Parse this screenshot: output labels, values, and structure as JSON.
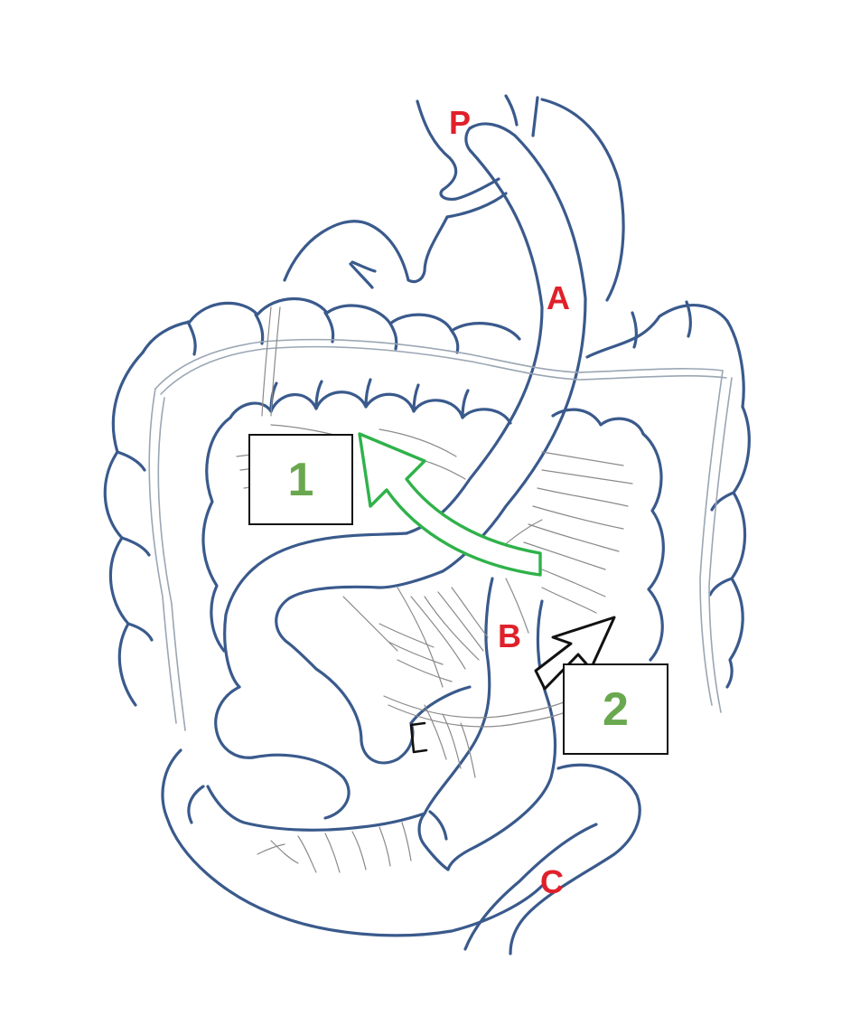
{
  "labels": {
    "p": "P",
    "a": "A",
    "b": "B",
    "c": "C"
  },
  "boxes": {
    "box_1": "1",
    "box_2": "2"
  },
  "colors": {
    "outline": "#3a5a8c",
    "segment_labels": "#e0202a",
    "box_numbers": "#6aa84f",
    "green_arrow": "#2fb24a",
    "black_arrow": "#111111"
  }
}
